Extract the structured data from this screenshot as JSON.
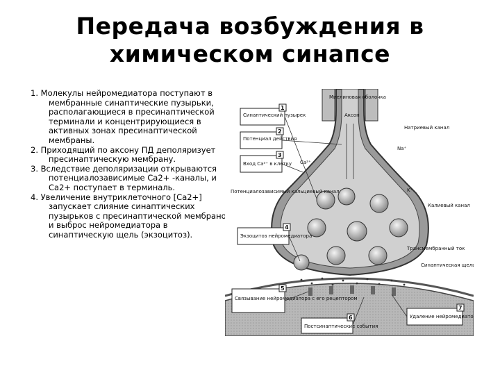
{
  "title": {
    "line1": "Передача возбуждения в",
    "line2": "химическом синапсе"
  },
  "items": [
    {
      "num": "1.",
      "text": "Молекулы нейромедиатора поступают в мембранные синаптические пузырьки, располагающиеся в пресинаптической терминали и концентрирующиеся в активных зонах пресинаптической мембраны."
    },
    {
      "num": "2.",
      "text": "Приходящий по аксону ПД деполяризует пресинаптическую мембрану."
    },
    {
      "num": "3.",
      "text": "Вследствие деполяризации открываются потенциалозависимые Са2+ ‑каналы, и Са2+ поступает в терминаль."
    },
    {
      "num": "4.",
      "text": "Увеличение внутриклеточного [Са2+] запускает слияние синаптических пузырьков с пресинаптической мембраной и выброс нейромедиатора в синаптическую щель (экзоцитоз)."
    }
  ],
  "figure": {
    "myelin": "Миелиновая оболочка",
    "axon": "Аксон",
    "na_channel": "Натриевый канал",
    "na_ion": "Na⁺",
    "ca_ion": "Ca²⁺",
    "ca_channel": "Потенциалозависимый кальциевый канал",
    "k_channel": "Калиевый канал",
    "k_ion": "K⁺",
    "transmembrane": "Трансмембранный ток",
    "cleft": "Синаптическая щель",
    "box1": "Синаптический пузырек",
    "box2": "Потенциал действия",
    "box3": "Вход Ca²⁺ в клетку",
    "box4": "Экзоцитоз нейромедиатора",
    "box5": "Связывание нейромедиатора с его рецептором",
    "box6": "Постсинаптические события",
    "box7": "Удаление нейромедиатора",
    "n1": "1",
    "n2": "2",
    "n3": "3",
    "n4": "4",
    "n5": "5",
    "n6": "6",
    "n7": "7"
  }
}
